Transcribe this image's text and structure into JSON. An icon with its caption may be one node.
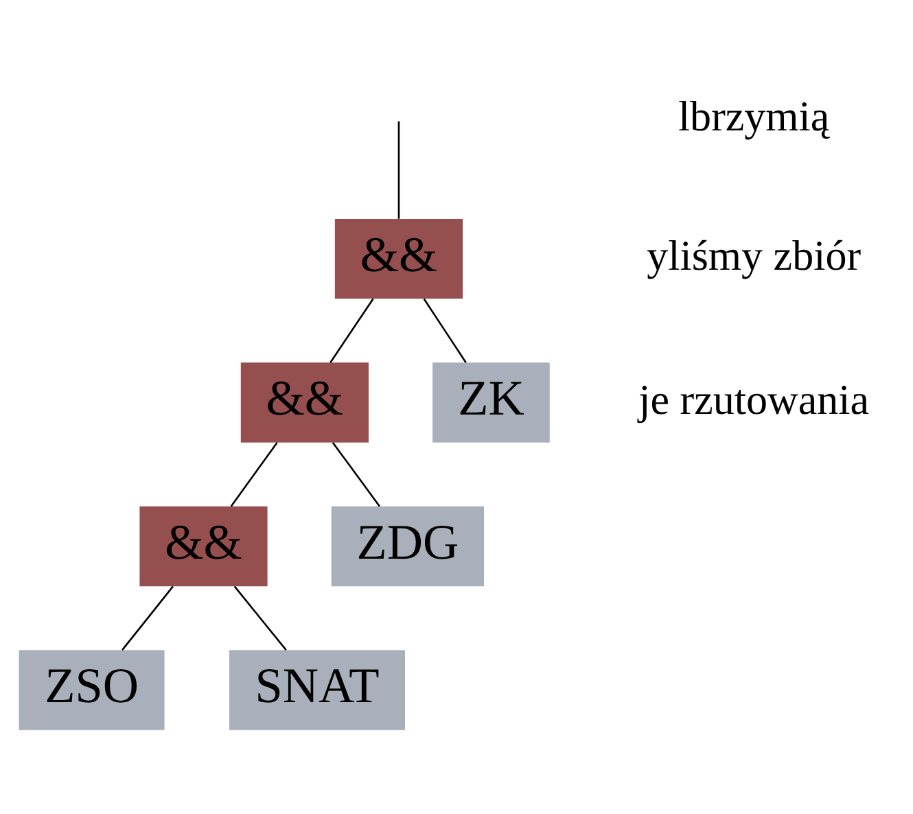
{
  "diagram": {
    "nodes": [
      {
        "text": [
          "&&"
        ]
      },
      {
        "text": [
          "&&"
        ]
      },
      {
        "text": [
          "ZK"
        ]
      },
      {
        "text": [
          "&&"
        ]
      },
      {
        "text": [
          "ZDG"
        ]
      },
      {
        "text": [
          "ZSO"
        ]
      },
      {
        "text": [
          "SNAT"
        ]
      }
    ],
    "edges": [
      {
        "from": null,
        "to": 0,
        "arrow": "none"
      },
      {
        "from": 0,
        "to": 1,
        "arrow": "none"
      },
      {
        "from": 0,
        "to": 2,
        "arrow": "none"
      },
      {
        "from": 1,
        "to": 3,
        "arrow": "none"
      },
      {
        "from": 1,
        "to": 4,
        "arrow": "none"
      },
      {
        "from": 3,
        "to": 5,
        "arrow": "none"
      },
      {
        "from": 3,
        "to": 6,
        "arrow": "none"
      }
    ],
    "labels": [
      "lbrzymią",
      "yliśmy zbiór",
      "je rzutowania"
    ]
  }
}
